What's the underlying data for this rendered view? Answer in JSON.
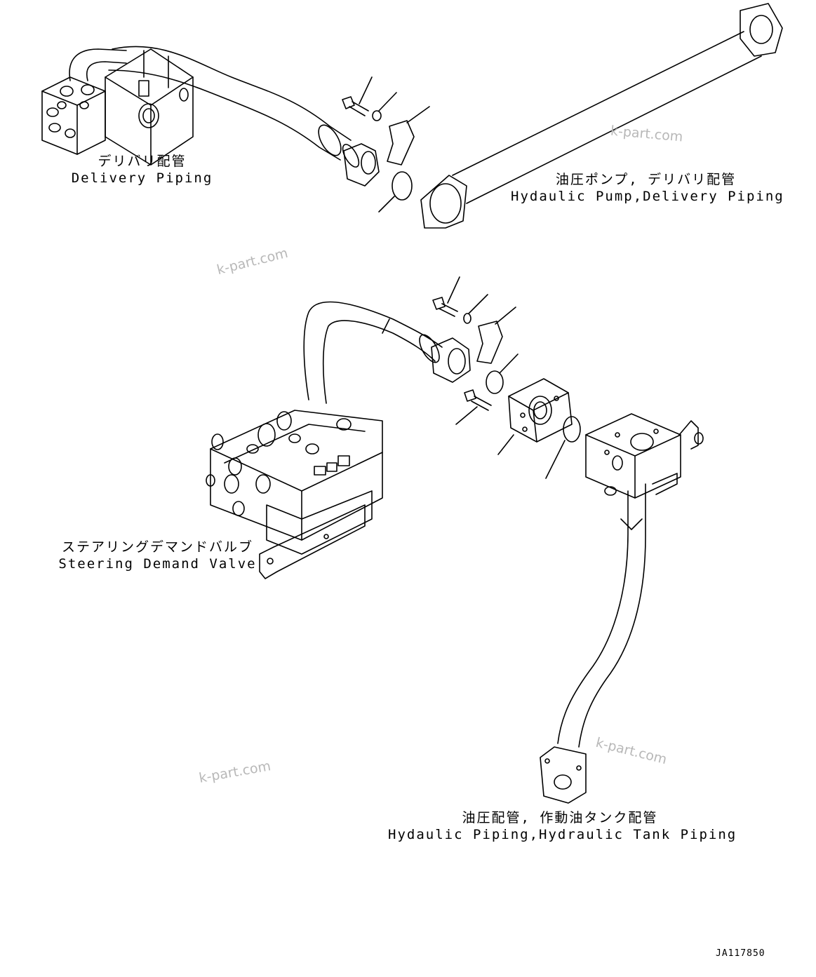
{
  "labels": {
    "delivery": {
      "jp": "デリバリ配管",
      "en": "Delivery Piping"
    },
    "pump": {
      "jp": "油圧ポンプ, デリバリ配管",
      "en": "Hydaulic Pump,Delivery Piping"
    },
    "steering": {
      "jp": "ステアリングデマンドバルブ",
      "en": "Steering Demand Valve"
    },
    "tank": {
      "jp": "油圧配管, 作動油タンク配管",
      "en": "Hydaulic Piping,Hydraulic Tank Piping"
    }
  },
  "watermark": "k-part.com",
  "drawing_code": "JA117850"
}
